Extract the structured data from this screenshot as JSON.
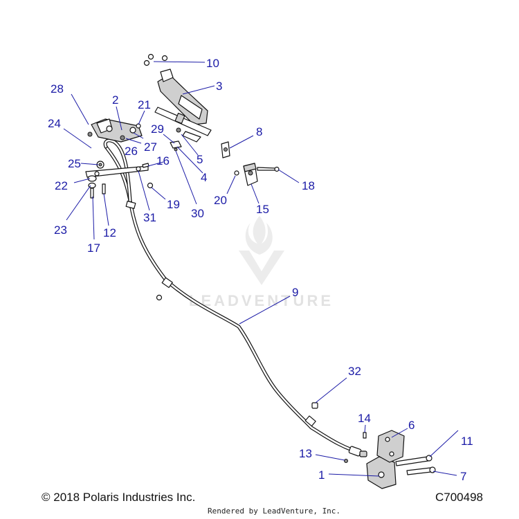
{
  "footer": {
    "copyright": "© 2018 Polaris Industries Inc.",
    "diagram_code": "C700498",
    "rendered_by": "Rendered by LeadVenture, Inc."
  },
  "watermark": {
    "text": "LEADVENTURE"
  },
  "callouts": {
    "c1": "1",
    "c2": "2",
    "c3": "3",
    "c4": "4",
    "c5": "5",
    "c6": "6",
    "c7": "7",
    "c8": "8",
    "c9": "9",
    "c10": "10",
    "c11": "11",
    "c12": "12",
    "c13": "13",
    "c14": "14",
    "c15": "15",
    "c16": "16",
    "c17": "17",
    "c18": "18",
    "c19": "19",
    "c20": "20",
    "c21": "21",
    "c22": "22",
    "c23": "23",
    "c24": "24",
    "c25": "25",
    "c26": "26",
    "c27": "27",
    "c28": "28",
    "c29": "29",
    "c30": "30",
    "c31": "31",
    "c32": "32"
  },
  "colors": {
    "callout": "#1a1aa6",
    "line_art": "#111111",
    "watermark": "#e2e2e2"
  }
}
